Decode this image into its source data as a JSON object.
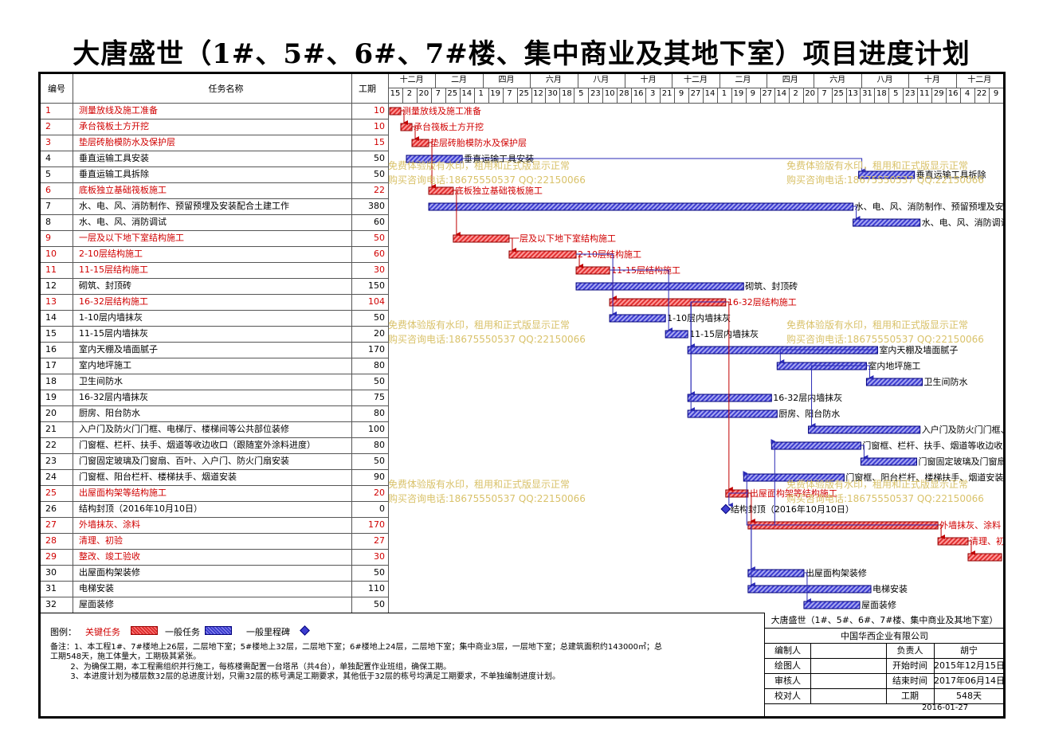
{
  "title": "大唐盛世（1#、5#、6#、7#楼、集中商业及其地下室）项目进度计划",
  "header": {
    "id": "编号",
    "name": "任务名称",
    "duration": "工期"
  },
  "months": [
    "十二月",
    "二月",
    "四月",
    "六月",
    "八月",
    "十月",
    "十二月",
    "二月",
    "四月",
    "六月",
    "八月",
    "十月",
    "十二月"
  ],
  "days": [
    "15",
    "2",
    "20",
    "7",
    "25",
    "14",
    "1",
    "19",
    "7",
    "25",
    "12",
    "30",
    "18",
    "5",
    "23",
    "10",
    "28",
    "16",
    "3",
    "21",
    "9",
    "27",
    "14",
    "1",
    "19",
    "9",
    "27",
    "14",
    "2",
    "20",
    "7",
    "25",
    "13",
    "31",
    "18",
    "5",
    "23",
    "11",
    "29",
    "16",
    "4",
    "22",
    "9"
  ],
  "colors": {
    "critical": "#e03030",
    "normal": "#3d3dcf",
    "critical_text": "#d00000",
    "watermark": "#d9c26a"
  },
  "tasks": [
    {
      "id": "1",
      "name": "测量放线及施工准备",
      "dur": "10",
      "crit": true
    },
    {
      "id": "2",
      "name": "承台筏板土方开挖",
      "dur": "10",
      "crit": true
    },
    {
      "id": "3",
      "name": "垫层砖胎模防水及保护层",
      "dur": "15",
      "crit": true
    },
    {
      "id": "4",
      "name": "垂直运输工具安装",
      "dur": "50",
      "crit": false
    },
    {
      "id": "5",
      "name": "垂直运输工具拆除",
      "dur": "50",
      "crit": false
    },
    {
      "id": "6",
      "name": "底板独立基础筏板施工",
      "dur": "22",
      "crit": true
    },
    {
      "id": "7",
      "name": "水、电、风、消防制作、预留预埋及安装配合土建工作",
      "dur": "380",
      "crit": false
    },
    {
      "id": "8",
      "name": "水、电、风、消防调试",
      "dur": "60",
      "crit": false
    },
    {
      "id": "9",
      "name": "一层及以下地下室结构施工",
      "dur": "50",
      "crit": true
    },
    {
      "id": "10",
      "name": "2-10层结构施工",
      "dur": "60",
      "crit": true
    },
    {
      "id": "11",
      "name": "11-15层结构施工",
      "dur": "30",
      "crit": true
    },
    {
      "id": "12",
      "name": "砌筑、封顶砖",
      "dur": "150",
      "crit": false
    },
    {
      "id": "13",
      "name": "16-32层结构施工",
      "dur": "104",
      "crit": true
    },
    {
      "id": "14",
      "name": "1-10层内墙抹灰",
      "dur": "50",
      "crit": false
    },
    {
      "id": "15",
      "name": "11-15层内墙抹灰",
      "dur": "20",
      "crit": false
    },
    {
      "id": "16",
      "name": "室内天棚及墙面腻子",
      "dur": "170",
      "crit": false
    },
    {
      "id": "17",
      "name": "室内地坪施工",
      "dur": "80",
      "crit": false
    },
    {
      "id": "18",
      "name": "卫生间防水",
      "dur": "50",
      "crit": false
    },
    {
      "id": "19",
      "name": "16-32层内墙抹灰",
      "dur": "75",
      "crit": false
    },
    {
      "id": "20",
      "name": "厨房、阳台防水",
      "dur": "80",
      "crit": false
    },
    {
      "id": "21",
      "name": "入户门及防火门门框、电梯厅、楼梯间等公共部位装修",
      "dur": "100",
      "crit": false
    },
    {
      "id": "22",
      "name": "门窗框、栏杆、扶手、烟道等收边收口（跟随室外涂料进度）",
      "dur": "80",
      "crit": false
    },
    {
      "id": "23",
      "name": "门窗固定玻璃及门窗扇、百叶、入户门、防火门扇安装",
      "dur": "50",
      "crit": false
    },
    {
      "id": "24",
      "name": "门窗框、阳台栏杆、楼梯扶手、烟道安装",
      "dur": "90",
      "crit": false
    },
    {
      "id": "25",
      "name": "出屋面构架等结构施工",
      "dur": "20",
      "crit": true
    },
    {
      "id": "26",
      "name": "结构封顶（2016年10月10日）",
      "dur": "0",
      "crit": false
    },
    {
      "id": "27",
      "name": "外墙抹灰、涂料",
      "dur": "170",
      "crit": true
    },
    {
      "id": "28",
      "name": "清理、初验",
      "dur": "27",
      "crit": true
    },
    {
      "id": "29",
      "name": "整改、竣工验收",
      "dur": "30",
      "crit": true
    },
    {
      "id": "30",
      "name": "出屋面构架装修",
      "dur": "50",
      "crit": false
    },
    {
      "id": "31",
      "name": "电梯安装",
      "dur": "110",
      "crit": false
    },
    {
      "id": "32",
      "name": "屋面装修",
      "dur": "50",
      "crit": false
    }
  ],
  "watermark": {
    "line1": "免费体验版有水印，租用和正式版显示正常",
    "line2": "购买咨询电话:18675550537 QQ:22150066"
  },
  "legend": {
    "label": "图例：",
    "critical": "关键任务",
    "normal": "一般任务",
    "milestone": "一般里程碑"
  },
  "notes": {
    "line1": "备注：1、本工程1#、7#楼地上26层，二层地下室；5#楼地上32层，二层地下室；6#楼地上24层，二层地下室；集中商业3层，一层地下室；总建筑面积约143000㎡；总",
    "line2": "工期548天，施工体量大，工期极其紧张。",
    "line3": "        2、为确保工期，本工程需组织并行施工，每栋楼需配置一台塔吊（共4台），单独配置作业班组，确保工期。",
    "line4": "        3、本进度计划为楼层数32层的总进度计划，只需32层的栋号满足工期要求，其他低于32层的栋号均满足工期要求，不单独编制进度计划。"
  },
  "titleblock": {
    "project": "大唐盛世（1#、5#、6#、7#楼、集中商业及其地下室）",
    "company": "中国华西企业有限公司",
    "responsible_label": "负责人",
    "responsible": "胡宁",
    "prepared_label": "编制人",
    "drawn_label": "绘图人",
    "reviewed_label": "审核人",
    "checked_label": "校对人",
    "start_label": "开始时间",
    "start": "2015年12月15日",
    "end_label": "结束时间",
    "end": "2017年06月14日",
    "duration_label": "工期",
    "duration": "548天",
    "date": "2016-01-27"
  }
}
